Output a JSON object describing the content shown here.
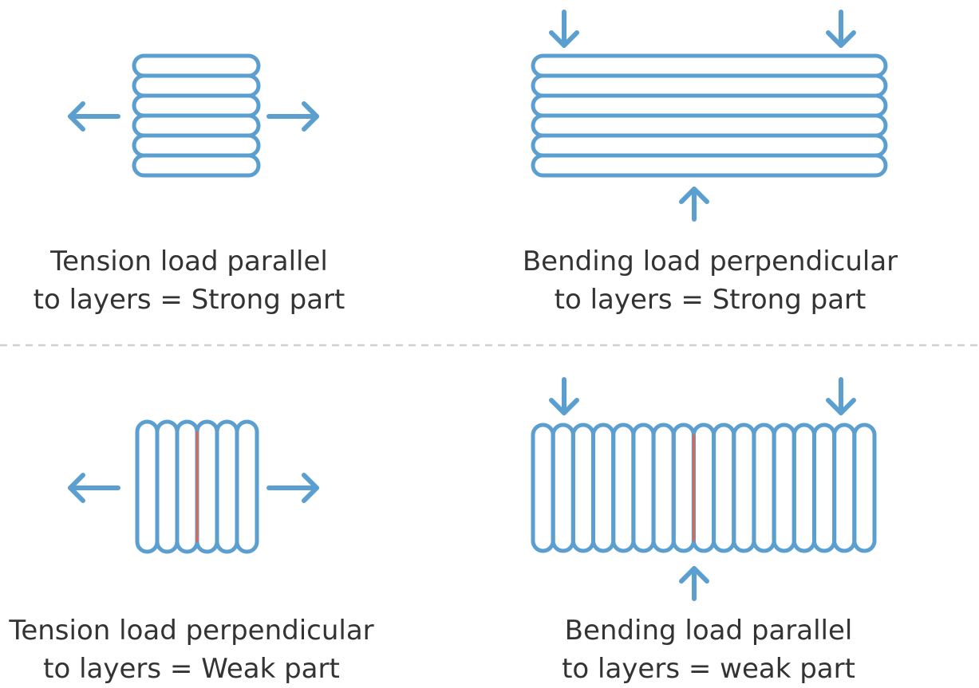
{
  "colors": {
    "layer": "#5b9fd0",
    "arrow": "#5b9fd0",
    "weak_line": "#e3654f",
    "divider": "#d0d0d0",
    "text": "#333333"
  },
  "panels": [
    {
      "id": "tension-parallel",
      "caption_line1": "Tension load parallel",
      "caption_line2": "to layers = Strong part"
    },
    {
      "id": "bending-perpendicular",
      "caption_line1": "Bending load perpendicular",
      "caption_line2": "to layers = Strong part"
    },
    {
      "id": "tension-perpendicular",
      "caption_line1": "Tension load perpendicular",
      "caption_line2": "to layers = Weak part"
    },
    {
      "id": "bending-parallel",
      "caption_line1": "Bending load parallel",
      "caption_line2": "to layers = weak part"
    }
  ],
  "icons": [
    "arrow-left-icon",
    "arrow-right-icon",
    "arrow-down-icon",
    "arrow-up-icon"
  ]
}
